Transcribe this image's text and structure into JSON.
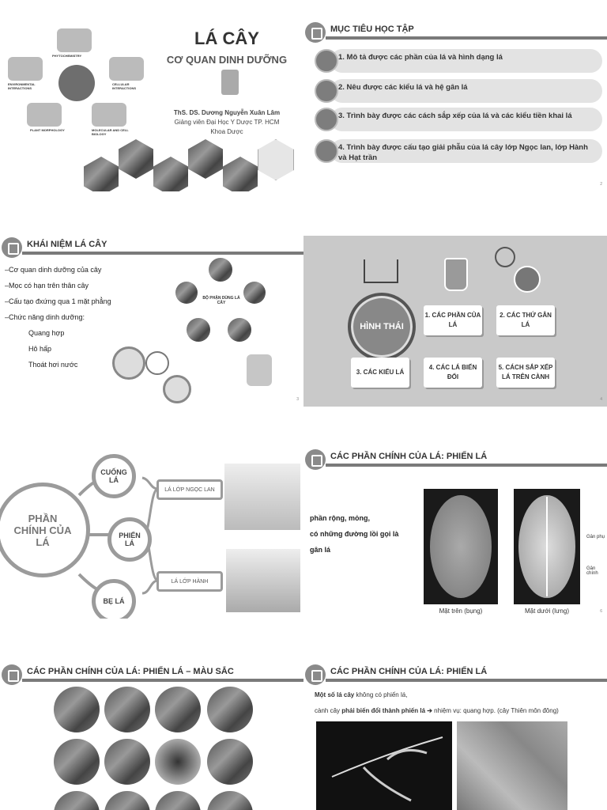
{
  "slide1": {
    "title": "LÁ CÂY",
    "subtitle": "CƠ QUAN DINH DƯỠNG",
    "author": "ThS. DS. Dương Nguyễn Xuân Lâm",
    "position": "Giảng viên Đại Học Y Dược TP. HCM",
    "faculty": "Khoa Dược",
    "diagram_labels": [
      "PHYTOCHEMISTRY",
      "ENVIRONMENTAL INTERACTIONS",
      "CELLULAR INTERACTIONS",
      "PLANT MORPHOLOGY",
      "MOLECULAR AND CELL BIOLOGY"
    ]
  },
  "slide2": {
    "title": "MỤC TIÊU HỌC TẬP",
    "objectives": [
      "1. Mô tả được các phần của lá và hình dạng lá",
      "2. Nêu được các kiểu lá và hệ gân lá",
      "3. Trình bày được các cách sắp xếp của lá và các kiểu tiền khai lá",
      "4. Trình bày được cấu tạo giải phẫu của lá cây lớp Ngọc lan, lớp Hành và Hạt trần"
    ],
    "page": "2"
  },
  "slide3": {
    "title": "KHÁI NIỆM LÁ CÂY",
    "items": [
      "–Cơ quan dinh dưỡng của cây",
      "–Mọc có hạn trên thân cây",
      "–Cấu tạo đxứng qua 1 mặt phẳng",
      "–Chức năng dinh dưỡng:"
    ],
    "functions": [
      "Quang hợp",
      "Hô hấp",
      "Thoát hơi nước"
    ],
    "cycle_label": "BỘ PHẬN DÙNG LÁ CÂY",
    "page": "3"
  },
  "slide4": {
    "center": "HÌNH THÁI",
    "buttons": [
      "1. CÁC PHẦN CỦA LÁ",
      "2. CÁC THỨ GÂN LÁ",
      "3. CÁC KIỂU LÁ",
      "4. CÁC LÁ BIẾN ĐỔI",
      "5. CÁCH SẮP XẾP LÁ TRÊN CÀNH"
    ],
    "page": "4"
  },
  "slide5": {
    "center": "PHẦN CHÍNH CỦA LÁ",
    "parts": [
      "CUỐNG LÁ",
      "PHIẾN LÁ",
      "BẸ LÁ"
    ],
    "classes": [
      "LÁ LỚP NGỌC LAN",
      "LÁ LỚP HÀNH"
    ]
  },
  "slide6": {
    "title": "CÁC PHẦN CHÍNH CỦA LÁ: PHIẾN LÁ",
    "desc_line1": "phần rộng, mỏng,",
    "desc_line2": "có những đường lồi gọi là",
    "desc_line3": "gân lá",
    "caption_top": "Mặt trên (bụng)",
    "caption_bottom": "Mặt dưới (lưng)",
    "label_phu": "Gân phụ",
    "label_chinh": "Gân chính",
    "page": "6"
  },
  "slide7": {
    "title": "CÁC PHẦN CHÍNH CỦA LÁ: PHIẾN LÁ – MÀU SẮC"
  },
  "slide8": {
    "title": "CÁC PHẦN CHÍNH CỦA LÁ: PHIẾN LÁ",
    "line1_bold": "Một số lá cây",
    "line1_rest": " không có phiến lá,",
    "line2_pre": "cành cây ",
    "line2_bold": "phải biến đổi thành phiến lá ➔",
    "line2_rest": " nhiệm vụ: quang hợp. (cây Thiên môn đông)"
  }
}
